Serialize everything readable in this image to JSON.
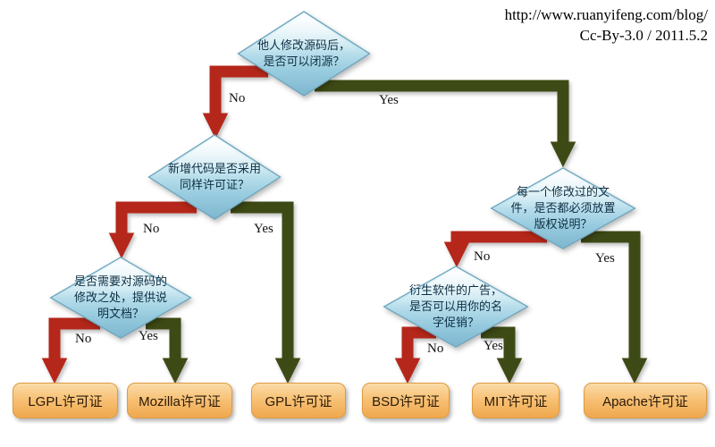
{
  "header": {
    "url": "http://www.ruanyifeng.com/blog/",
    "license": "Cc-By-3.0 / 2011.5.2"
  },
  "labels": {
    "no": "No",
    "yes": "Yes"
  },
  "nodes": {
    "q1": {
      "lines": [
        "他人修改源码后，",
        "是否可以闭源？"
      ]
    },
    "q2": {
      "lines": [
        "新增代码是否采用",
        "同样许可证？"
      ]
    },
    "q3": {
      "lines": [
        "是否需要对源码的",
        "修改之处，提供说",
        "明文档？"
      ]
    },
    "q4": {
      "lines": [
        "每一个修改过的文",
        "件，是否都必须放置",
        "版权说明？"
      ]
    },
    "q5": {
      "lines": [
        "衍生软件的广告，",
        "是否可以用你的名",
        "字促销？"
      ]
    }
  },
  "licenses": [
    "LGPL许可证",
    "Mozilla许可证",
    "GPL许可证",
    "BSD许可证",
    "MIT许可证",
    "Apache许可证"
  ],
  "colors": {
    "no_arrow": "#b5271a",
    "yes_arrow": "#3e4a15",
    "diamond_top": "#f2fbfd",
    "diamond_bottom": "#7db6cf",
    "box_top": "#fbdca8",
    "box_bottom": "#efa84e"
  }
}
